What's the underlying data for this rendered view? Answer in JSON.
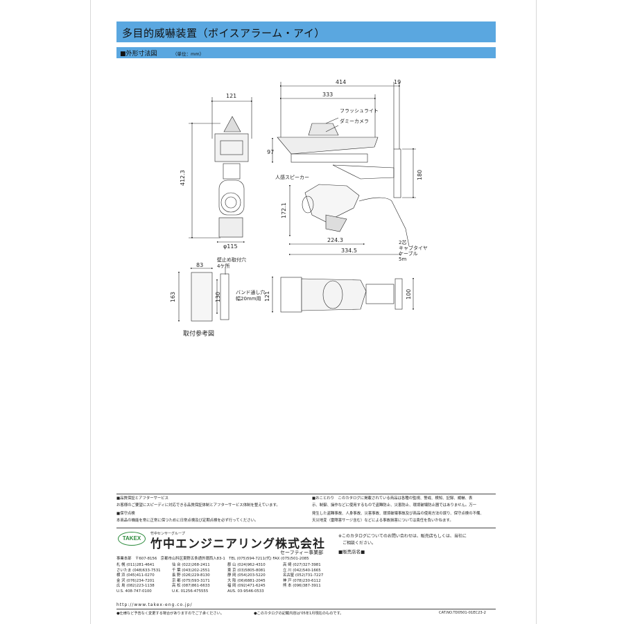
{
  "header": {
    "title": "多目的威嚇装置（ボイスアラーム・アイ）",
    "section": "■外形寸法図",
    "unit": "（単位：mm）"
  },
  "drawing": {
    "front": {
      "width": "121",
      "height": "412.3",
      "diameter": "φ115"
    },
    "side": {
      "total": "414",
      "body": "333",
      "bracket": "19",
      "height_top": "97",
      "height_speaker": "172.1",
      "bracket_h": "180",
      "d1": "224.3",
      "d2": "334.5",
      "flash": "フラッシュライト",
      "dummy": "ダミーカメラ",
      "speaker": "人感スピーカー",
      "cable1": "2芯",
      "cable2": "キャブタイヤ",
      "cable3": "ケーブル",
      "cable4": "5m"
    },
    "mount": {
      "w": "83",
      "h": "163",
      "h2": "130",
      "hole1": "壁止め取付穴",
      "hole2": "4ケ所",
      "band1": "バンド通し穴",
      "band2": "幅20mm用"
    },
    "bottom": {
      "w": "121",
      "h": "100"
    },
    "caption": "取付参考図"
  },
  "notes_left": [
    "■品質保証とアフターサービス",
    "お客様のご要望にスピーディに対応できる品質保証体制とアフターサービス体制を整えています。",
    "■保守点検",
    "本商品の機能を常に正常に保つために日常点検及び定期点検を必ず行ってください。"
  ],
  "notes_right": [
    "■おことわり　このカタログに掲載されている商品は各種の監視、警戒、検知、記録、威嚇、表",
    "示、制御、操作などに使用するもので盗難防止、災害防止、環境破壊防止器ではありません。万一",
    "発生した盗難事故、人身事故、災害事故、環境破壊事故及び商品の使用方法の誤り、保守点検の不備、",
    "天災地変（雷障害サージ含む）などによる事故損害については責任を負いかねます。"
  ],
  "company": {
    "logo": "TAKEX",
    "group": "竹中センサーグループ",
    "name": "竹中エンジニアリング株式会社",
    "dept": "セーフティー事業部"
  },
  "contact": {
    "inquiry": "※このカタログについてのお問い合わせは、販売店もしくは、当社に",
    "inquiry2": "ご相談ください。",
    "dealer": "■販売店名■"
  },
  "hq": "事業本部　〒607-8156　京都市山科区東野五条通外環西入83-1　TEL (075)594-7211(代)  FAX (075)501-2085",
  "offices": [
    [
      "札 幌 (011)281-4641",
      "仙 台 (022)268-2411",
      "郡 山 (024)962-4310",
      "高 崎 (027)327-3981"
    ],
    [
      "さいたま (048)633-7531",
      "千 葉 (043)202-2551",
      "東 京 (03)5805-8081",
      "立 川 (042)540-1665"
    ],
    [
      "横 浜 (045)411-0270",
      "長 野 (026)229-8130",
      "静 岡 (054)203-5220",
      "名古屋 (052)731-7227"
    ],
    [
      "金 沢 (076)234-7201",
      "京 都 (075)593-3171",
      "大 阪 (06)6881-2045",
      "神 戸 (078)230-6112"
    ],
    [
      "広 島 (082)223-1138",
      "高 松 (087)861-6633",
      "福 岡 (092)471-6245",
      "熊 本 (096)387-3911"
    ],
    [
      "U.S. 408-747-0100",
      "U.K. 01256-475555",
      "AUS. 03-9546-0533",
      ""
    ]
  ],
  "web": "http://www.takex-eng.co.jp/",
  "footer": {
    "spec": "●仕様など予告なく変更する場合がありますのでご了承ください。",
    "date": "●このカタログの記載内容は'05年1月現在のものです。",
    "cat": "CAT.NO.TD0501-01EC23-2"
  }
}
